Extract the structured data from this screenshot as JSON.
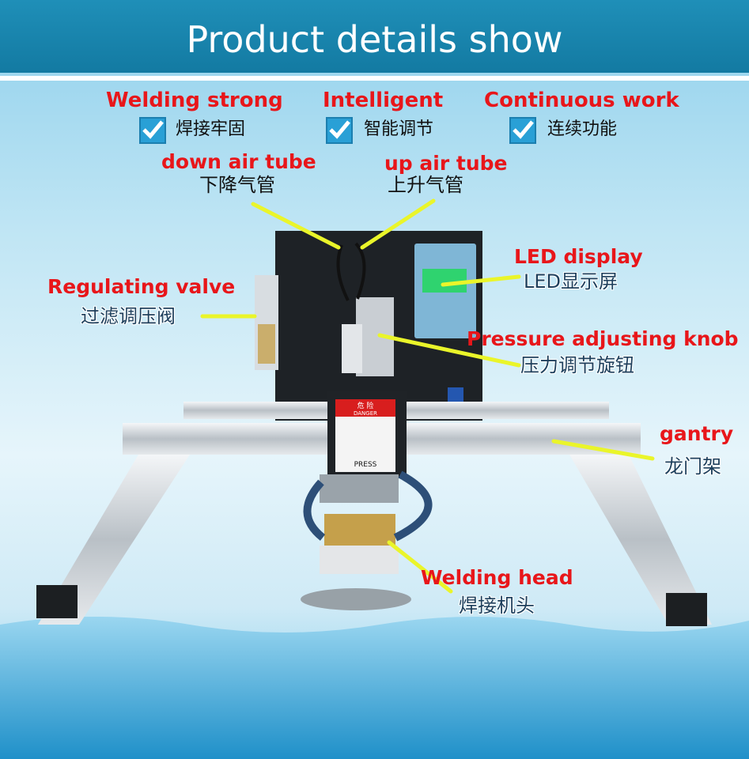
{
  "header": {
    "title": "Product details show"
  },
  "features": [
    {
      "en": "Welding strong",
      "zh": "焊接牢固"
    },
    {
      "en": "Intelligent",
      "zh": "智能调节"
    },
    {
      "en": "Continuous work",
      "zh": "连续功能"
    }
  ],
  "labels": {
    "down_air_tube": {
      "en": "down air tube",
      "zh": "下降气管"
    },
    "up_air_tube": {
      "en": "up air tube",
      "zh": "上升气管"
    },
    "led_display": {
      "en": "LED display",
      "zh": "LED显示屏"
    },
    "regulating_valve": {
      "en": "Regulating valve",
      "zh": "过滤调压阀"
    },
    "pressure_knob": {
      "en": "Pressure adjusting knob",
      "zh": "压力调节旋钮"
    },
    "gantry": {
      "en": "gantry",
      "zh": "龙门架"
    },
    "welding_head": {
      "en": "Welding head",
      "zh": "焊接机头"
    }
  },
  "machine": {
    "danger_title": "危 险",
    "danger_sub": "DANGER",
    "press": "PRESS"
  },
  "colors": {
    "header": "#137aa2",
    "label_red": "#e8161a",
    "pointer": "#eaf52a",
    "check": "#29a0d6"
  }
}
